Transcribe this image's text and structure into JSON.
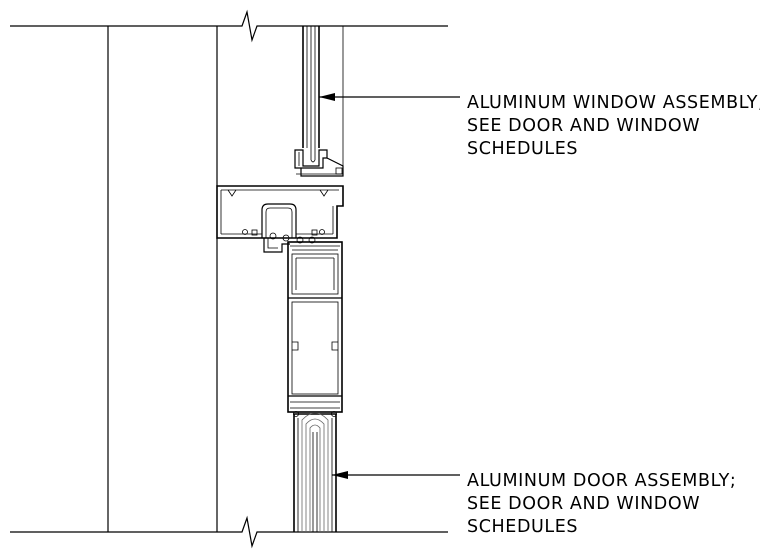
{
  "notes": [
    {
      "id": "window",
      "lines": [
        "ALUMINUM WINDOW ASSEMBLY;",
        "SEE DOOR AND WINDOW",
        "SCHEDULES"
      ]
    },
    {
      "id": "door",
      "lines": [
        "ALUMINUM DOOR ASSEMBLY;",
        "SEE DOOR AND WINDOW",
        "SCHEDULES"
      ]
    }
  ]
}
